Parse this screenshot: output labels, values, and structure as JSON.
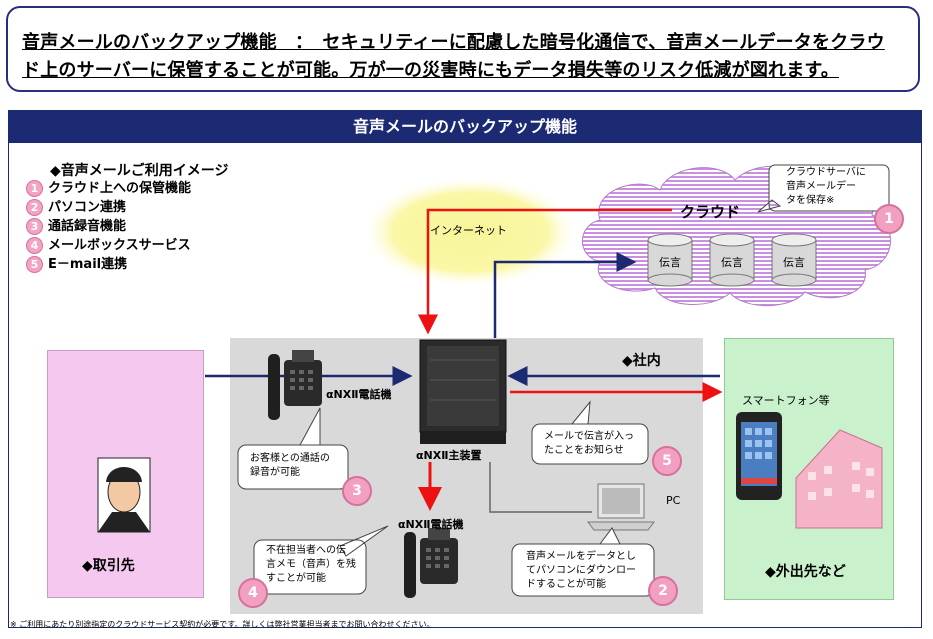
{
  "headline": {
    "line1": "音声メールのバックアップ機能　：　セキュリティーに配慮した暗号化通信で、音声メールデータをクラウ",
    "line2": "ド上のサーバーに保管することが可能。万が一の災害時にもデータ損失等のリスク低減が図れます。"
  },
  "panel_title": "音声メールのバックアップ機能",
  "usage": {
    "title": "◆音声メールご利用イメージ",
    "items": [
      {
        "num": "1",
        "label": "クラウド上への保管機能"
      },
      {
        "num": "2",
        "label": "パソコン連携"
      },
      {
        "num": "3",
        "label": "通話録音機能"
      },
      {
        "num": "4",
        "label": "メールボックスサービス"
      },
      {
        "num": "5",
        "label": "E－mail連携"
      }
    ]
  },
  "internet_label": "インターネット",
  "cloud": {
    "label": "クラウド",
    "drums": [
      "伝言",
      "伝言",
      "伝言"
    ],
    "callout": [
      "クラウドサーバに",
      "音声メールデー",
      "タを保存※"
    ],
    "badge": "1"
  },
  "areas": {
    "internal": "◆社内",
    "client": "◆取引先",
    "outside": "◆外出先など"
  },
  "devices": {
    "phone_top": "αNXⅡ電話機",
    "main_unit": "αNXⅡ主装置",
    "phone_bottom": "αNXⅡ電話機",
    "pc": "PC",
    "smartphone": "スマートフォン等"
  },
  "callouts": {
    "recording": {
      "lines": [
        "お客様との通話の",
        "録音が可能"
      ],
      "badge": "3"
    },
    "mailbox": {
      "lines": [
        "不在担当者への伝",
        "言メモ（音声）を残",
        "すことが可能"
      ],
      "badge": "4"
    },
    "email": {
      "lines": [
        "メールで伝言が入っ",
        "たことをお知らせ"
      ],
      "badge": "5"
    },
    "pc": {
      "lines": [
        "音声メールをデータとし",
        "てパソコンにダウンロー",
        "ドすることが可能"
      ],
      "badge": "2"
    }
  },
  "footnote": "※ ご利用にあたり別途指定のクラウドサービス契約が必要です。詳しくは弊社営業担当者までお問い合わせください。",
  "colors": {
    "navy": "#1c2a74",
    "red": "#ee1111",
    "pink": "#f2a0c2"
  }
}
